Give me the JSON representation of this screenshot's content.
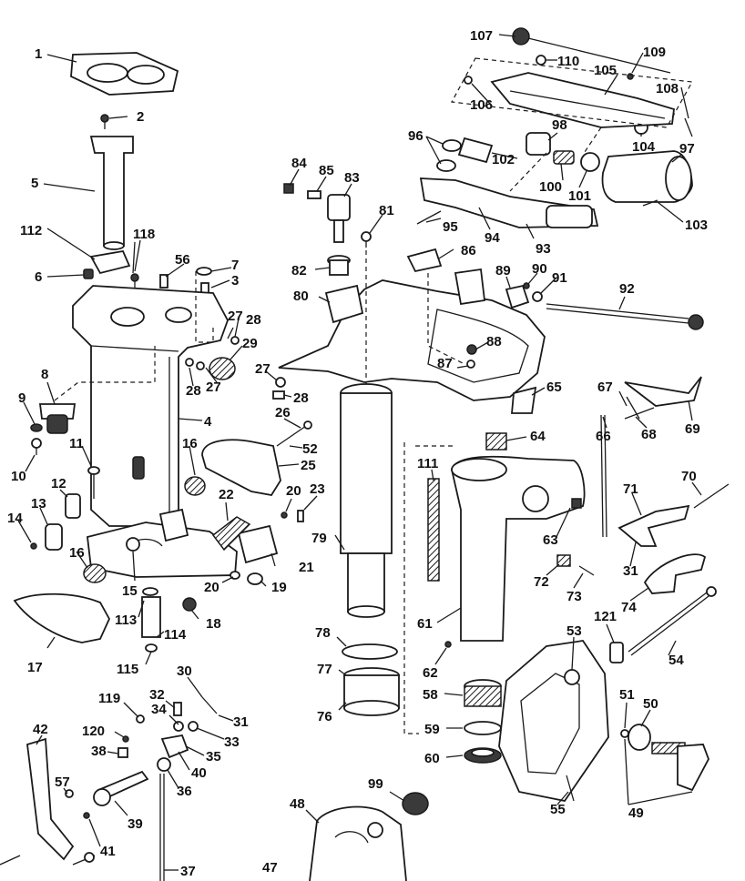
{
  "callouts": [
    {
      "id": "n1",
      "label": "1"
    },
    {
      "id": "n2",
      "label": "2"
    },
    {
      "id": "n3",
      "label": "3"
    },
    {
      "id": "n4",
      "label": "4"
    },
    {
      "id": "n5",
      "label": "5"
    },
    {
      "id": "n6",
      "label": "6"
    },
    {
      "id": "n7",
      "label": "7"
    },
    {
      "id": "n8",
      "label": "8"
    },
    {
      "id": "n9",
      "label": "9"
    },
    {
      "id": "n10",
      "label": "10"
    },
    {
      "id": "n11",
      "label": "11"
    },
    {
      "id": "n12",
      "label": "12"
    },
    {
      "id": "n13",
      "label": "13"
    },
    {
      "id": "n14",
      "label": "14"
    },
    {
      "id": "n15",
      "label": "15"
    },
    {
      "id": "n16a",
      "label": "16"
    },
    {
      "id": "n16b",
      "label": "16"
    },
    {
      "id": "n17",
      "label": "17"
    },
    {
      "id": "n18",
      "label": "18"
    },
    {
      "id": "n19",
      "label": "19"
    },
    {
      "id": "n20a",
      "label": "20"
    },
    {
      "id": "n20b",
      "label": "20"
    },
    {
      "id": "n21",
      "label": "21"
    },
    {
      "id": "n22",
      "label": "22"
    },
    {
      "id": "n23",
      "label": "23"
    },
    {
      "id": "n25",
      "label": "25"
    },
    {
      "id": "n26",
      "label": "26"
    },
    {
      "id": "n27a",
      "label": "27"
    },
    {
      "id": "n27b",
      "label": "27"
    },
    {
      "id": "n27c",
      "label": "27"
    },
    {
      "id": "n28a",
      "label": "28"
    },
    {
      "id": "n28b",
      "label": "28"
    },
    {
      "id": "n28c",
      "label": "28"
    },
    {
      "id": "n29",
      "label": "29"
    },
    {
      "id": "n30",
      "label": "30"
    },
    {
      "id": "n31a",
      "label": "31"
    },
    {
      "id": "n31b",
      "label": "31"
    },
    {
      "id": "n32",
      "label": "32"
    },
    {
      "id": "n33",
      "label": "33"
    },
    {
      "id": "n34",
      "label": "34"
    },
    {
      "id": "n35",
      "label": "35"
    },
    {
      "id": "n36",
      "label": "36"
    },
    {
      "id": "n37",
      "label": "37"
    },
    {
      "id": "n38",
      "label": "38"
    },
    {
      "id": "n39",
      "label": "39"
    },
    {
      "id": "n40",
      "label": "40"
    },
    {
      "id": "n41",
      "label": "41"
    },
    {
      "id": "n42",
      "label": "42"
    },
    {
      "id": "n47",
      "label": "47"
    },
    {
      "id": "n48",
      "label": "48"
    },
    {
      "id": "n49",
      "label": "49"
    },
    {
      "id": "n50",
      "label": "50"
    },
    {
      "id": "n51",
      "label": "51"
    },
    {
      "id": "n52",
      "label": "52"
    },
    {
      "id": "n53",
      "label": "53"
    },
    {
      "id": "n54",
      "label": "54"
    },
    {
      "id": "n55",
      "label": "55"
    },
    {
      "id": "n56",
      "label": "56"
    },
    {
      "id": "n57",
      "label": "57"
    },
    {
      "id": "n58",
      "label": "58"
    },
    {
      "id": "n59",
      "label": "59"
    },
    {
      "id": "n60",
      "label": "60"
    },
    {
      "id": "n61",
      "label": "61"
    },
    {
      "id": "n62",
      "label": "62"
    },
    {
      "id": "n63",
      "label": "63"
    },
    {
      "id": "n64",
      "label": "64"
    },
    {
      "id": "n65",
      "label": "65"
    },
    {
      "id": "n66",
      "label": "66"
    },
    {
      "id": "n67",
      "label": "67"
    },
    {
      "id": "n68",
      "label": "68"
    },
    {
      "id": "n69",
      "label": "69"
    },
    {
      "id": "n70",
      "label": "70"
    },
    {
      "id": "n71",
      "label": "71"
    },
    {
      "id": "n72",
      "label": "72"
    },
    {
      "id": "n73",
      "label": "73"
    },
    {
      "id": "n74",
      "label": "74"
    },
    {
      "id": "n76",
      "label": "76"
    },
    {
      "id": "n77",
      "label": "77"
    },
    {
      "id": "n78",
      "label": "78"
    },
    {
      "id": "n79",
      "label": "79"
    },
    {
      "id": "n80",
      "label": "80"
    },
    {
      "id": "n81",
      "label": "81"
    },
    {
      "id": "n82",
      "label": "82"
    },
    {
      "id": "n83",
      "label": "83"
    },
    {
      "id": "n84",
      "label": "84"
    },
    {
      "id": "n85",
      "label": "85"
    },
    {
      "id": "n86",
      "label": "86"
    },
    {
      "id": "n87",
      "label": "87"
    },
    {
      "id": "n88",
      "label": "88"
    },
    {
      "id": "n89",
      "label": "89"
    },
    {
      "id": "n90",
      "label": "90"
    },
    {
      "id": "n91",
      "label": "91"
    },
    {
      "id": "n92",
      "label": "92"
    },
    {
      "id": "n93",
      "label": "93"
    },
    {
      "id": "n94",
      "label": "94"
    },
    {
      "id": "n95",
      "label": "95"
    },
    {
      "id": "n96",
      "label": "96"
    },
    {
      "id": "n97",
      "label": "97"
    },
    {
      "id": "n98",
      "label": "98"
    },
    {
      "id": "n99",
      "label": "99"
    },
    {
      "id": "n100",
      "label": "100"
    },
    {
      "id": "n101",
      "label": "101"
    },
    {
      "id": "n102",
      "label": "102"
    },
    {
      "id": "n103",
      "label": "103"
    },
    {
      "id": "n104",
      "label": "104"
    },
    {
      "id": "n105",
      "label": "105"
    },
    {
      "id": "n106",
      "label": "106"
    },
    {
      "id": "n107",
      "label": "107"
    },
    {
      "id": "n108",
      "label": "108"
    },
    {
      "id": "n109",
      "label": "109"
    },
    {
      "id": "n110",
      "label": "110"
    },
    {
      "id": "n111",
      "label": "111"
    },
    {
      "id": "n112",
      "label": "112"
    },
    {
      "id": "n113",
      "label": "113"
    },
    {
      "id": "n114",
      "label": "114"
    },
    {
      "id": "n115",
      "label": "115"
    },
    {
      "id": "n118",
      "label": "118"
    },
    {
      "id": "n119",
      "label": "119"
    },
    {
      "id": "n120",
      "label": "120"
    },
    {
      "id": "n121",
      "label": "121"
    }
  ]
}
